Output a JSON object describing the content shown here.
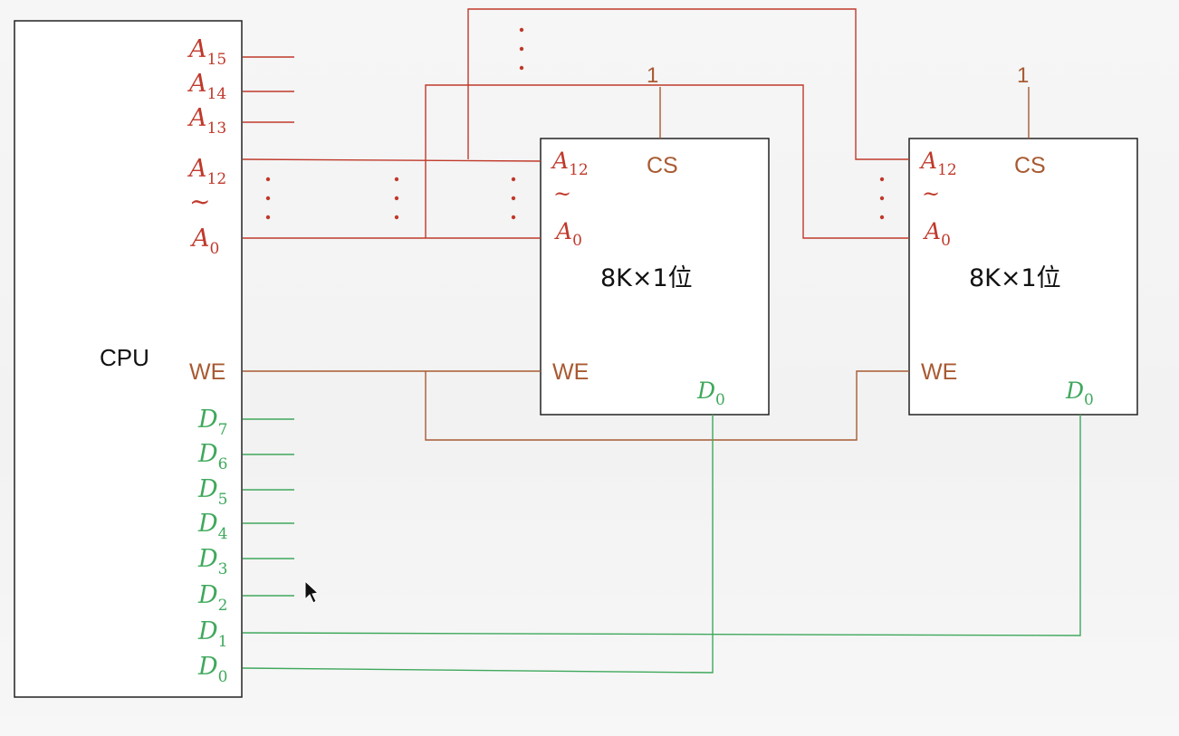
{
  "cpu": {
    "label": "CPU",
    "addr_letter": "A",
    "addr_high": [
      "15",
      "14",
      "13"
    ],
    "addr_top": "12",
    "addr_bottom": "0",
    "range_symbol": "~",
    "we_label": "WE",
    "data_letter": "D",
    "data_pins": [
      "7",
      "6",
      "5",
      "4",
      "3",
      "2",
      "1",
      "0"
    ]
  },
  "chips": [
    {
      "title": "8K×1位",
      "cs_label": "CS",
      "cs_value": "1",
      "addr_letter": "A",
      "addr_top": "12",
      "addr_bottom": "0",
      "range_symbol": "~",
      "we_label": "WE",
      "data_letter": "D",
      "data_sub": "0"
    },
    {
      "title": "8K×1位",
      "cs_label": "CS",
      "cs_value": "1",
      "addr_letter": "A",
      "addr_top": "12",
      "addr_bottom": "0",
      "range_symbol": "~",
      "we_label": "WE",
      "data_letter": "D",
      "data_sub": "0"
    }
  ],
  "colors": {
    "address": "#c0392b",
    "control": "#a85a32",
    "data": "#3fa85c",
    "outline": "#222222"
  }
}
